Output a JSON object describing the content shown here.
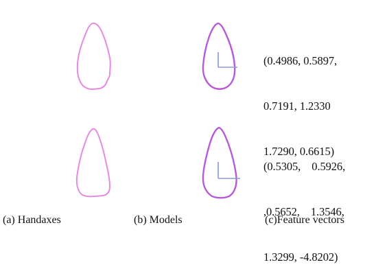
{
  "figure": {
    "rows": [
      {
        "feature_vector_lines": [
          "(0.4986, 0.5897,",
          "0.7191, 1.2330",
          "1.7290, 0.6615)"
        ]
      },
      {
        "feature_vector_lines": [
          "(0.5305,    0.5926,",
          ",0.5652,    1.3546,",
          "1.3299, -4.8202)"
        ]
      }
    ],
    "captions": {
      "handaxes": "(a) Handaxes",
      "models": "(b) Models",
      "feature_vectors": "(c)Feature vectors"
    },
    "colors": {
      "handaxe_outline": "#e58ae0",
      "model_outline": "#b85ad8",
      "model_axes": "#8a9ad8",
      "text": "#111111"
    }
  }
}
